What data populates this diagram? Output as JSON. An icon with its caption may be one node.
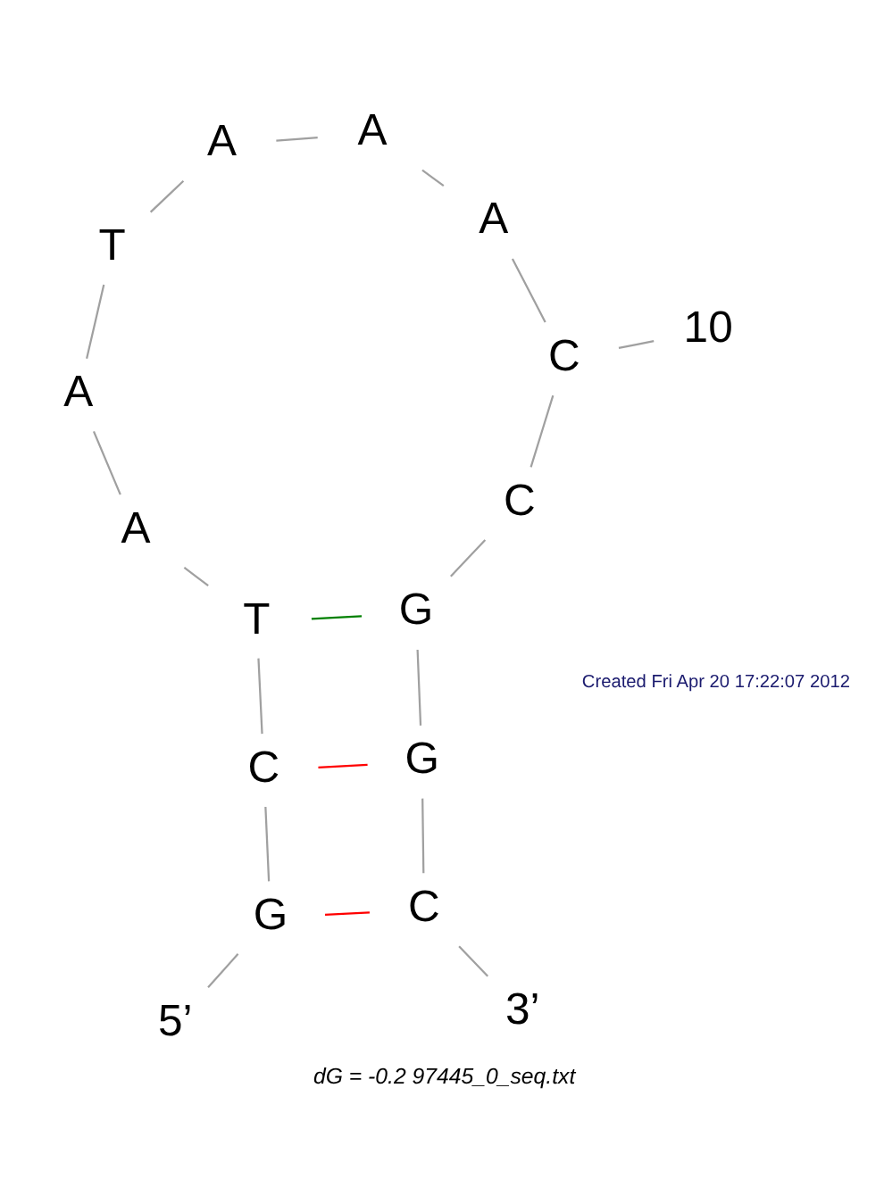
{
  "diagram": {
    "caption": "dG = -0.2 97445_0_seq.txt",
    "nodes": [
      {
        "text": [
          "5’"
        ]
      },
      {
        "text": [
          "G"
        ]
      },
      {
        "text": [
          "C"
        ]
      },
      {
        "text": [
          "T"
        ]
      },
      {
        "text": [
          "A"
        ]
      },
      {
        "text": [
          "A"
        ]
      },
      {
        "text": [
          "T"
        ]
      },
      {
        "text": [
          "A"
        ]
      },
      {
        "text": [
          "A"
        ]
      },
      {
        "text": [
          "A"
        ]
      },
      {
        "text": [
          "C"
        ]
      },
      {
        "text": [
          "C"
        ]
      },
      {
        "text": [
          "G"
        ]
      },
      {
        "text": [
          "G"
        ]
      },
      {
        "text": [
          "C"
        ]
      },
      {
        "text": [
          "3’"
        ]
      },
      {
        "text": [
          "10"
        ]
      }
    ],
    "edges": [
      {
        "from": 0,
        "to": 1,
        "arrow": "none"
      },
      {
        "from": 1,
        "to": 2,
        "arrow": "none"
      },
      {
        "from": 2,
        "to": 3,
        "arrow": "none"
      },
      {
        "from": 3,
        "to": 4,
        "arrow": "none"
      },
      {
        "from": 4,
        "to": 5,
        "arrow": "none"
      },
      {
        "from": 5,
        "to": 6,
        "arrow": "none"
      },
      {
        "from": 6,
        "to": 7,
        "arrow": "none"
      },
      {
        "from": 7,
        "to": 8,
        "arrow": "none"
      },
      {
        "from": 8,
        "to": 9,
        "arrow": "none"
      },
      {
        "from": 9,
        "to": 10,
        "arrow": "none"
      },
      {
        "from": 10,
        "to": 11,
        "arrow": "none"
      },
      {
        "from": 11,
        "to": 12,
        "arrow": "none"
      },
      {
        "from": 12,
        "to": 13,
        "arrow": "none"
      },
      {
        "from": 13,
        "to": 14,
        "arrow": "none"
      },
      {
        "from": 14,
        "to": 15,
        "arrow": "none"
      },
      {
        "from": 16,
        "to": 10,
        "arrow": "none"
      },
      {
        "from": 3,
        "to": 12,
        "arrow": "none",
        "color": "#008000"
      },
      {
        "from": 2,
        "to": 13,
        "arrow": "none",
        "color": "#ff0000"
      },
      {
        "from": 1,
        "to": 14,
        "arrow": "none",
        "color": "#ff0000"
      }
    ],
    "labels": [
      "Created Fri Apr 20 17:22:07 2012"
    ]
  }
}
